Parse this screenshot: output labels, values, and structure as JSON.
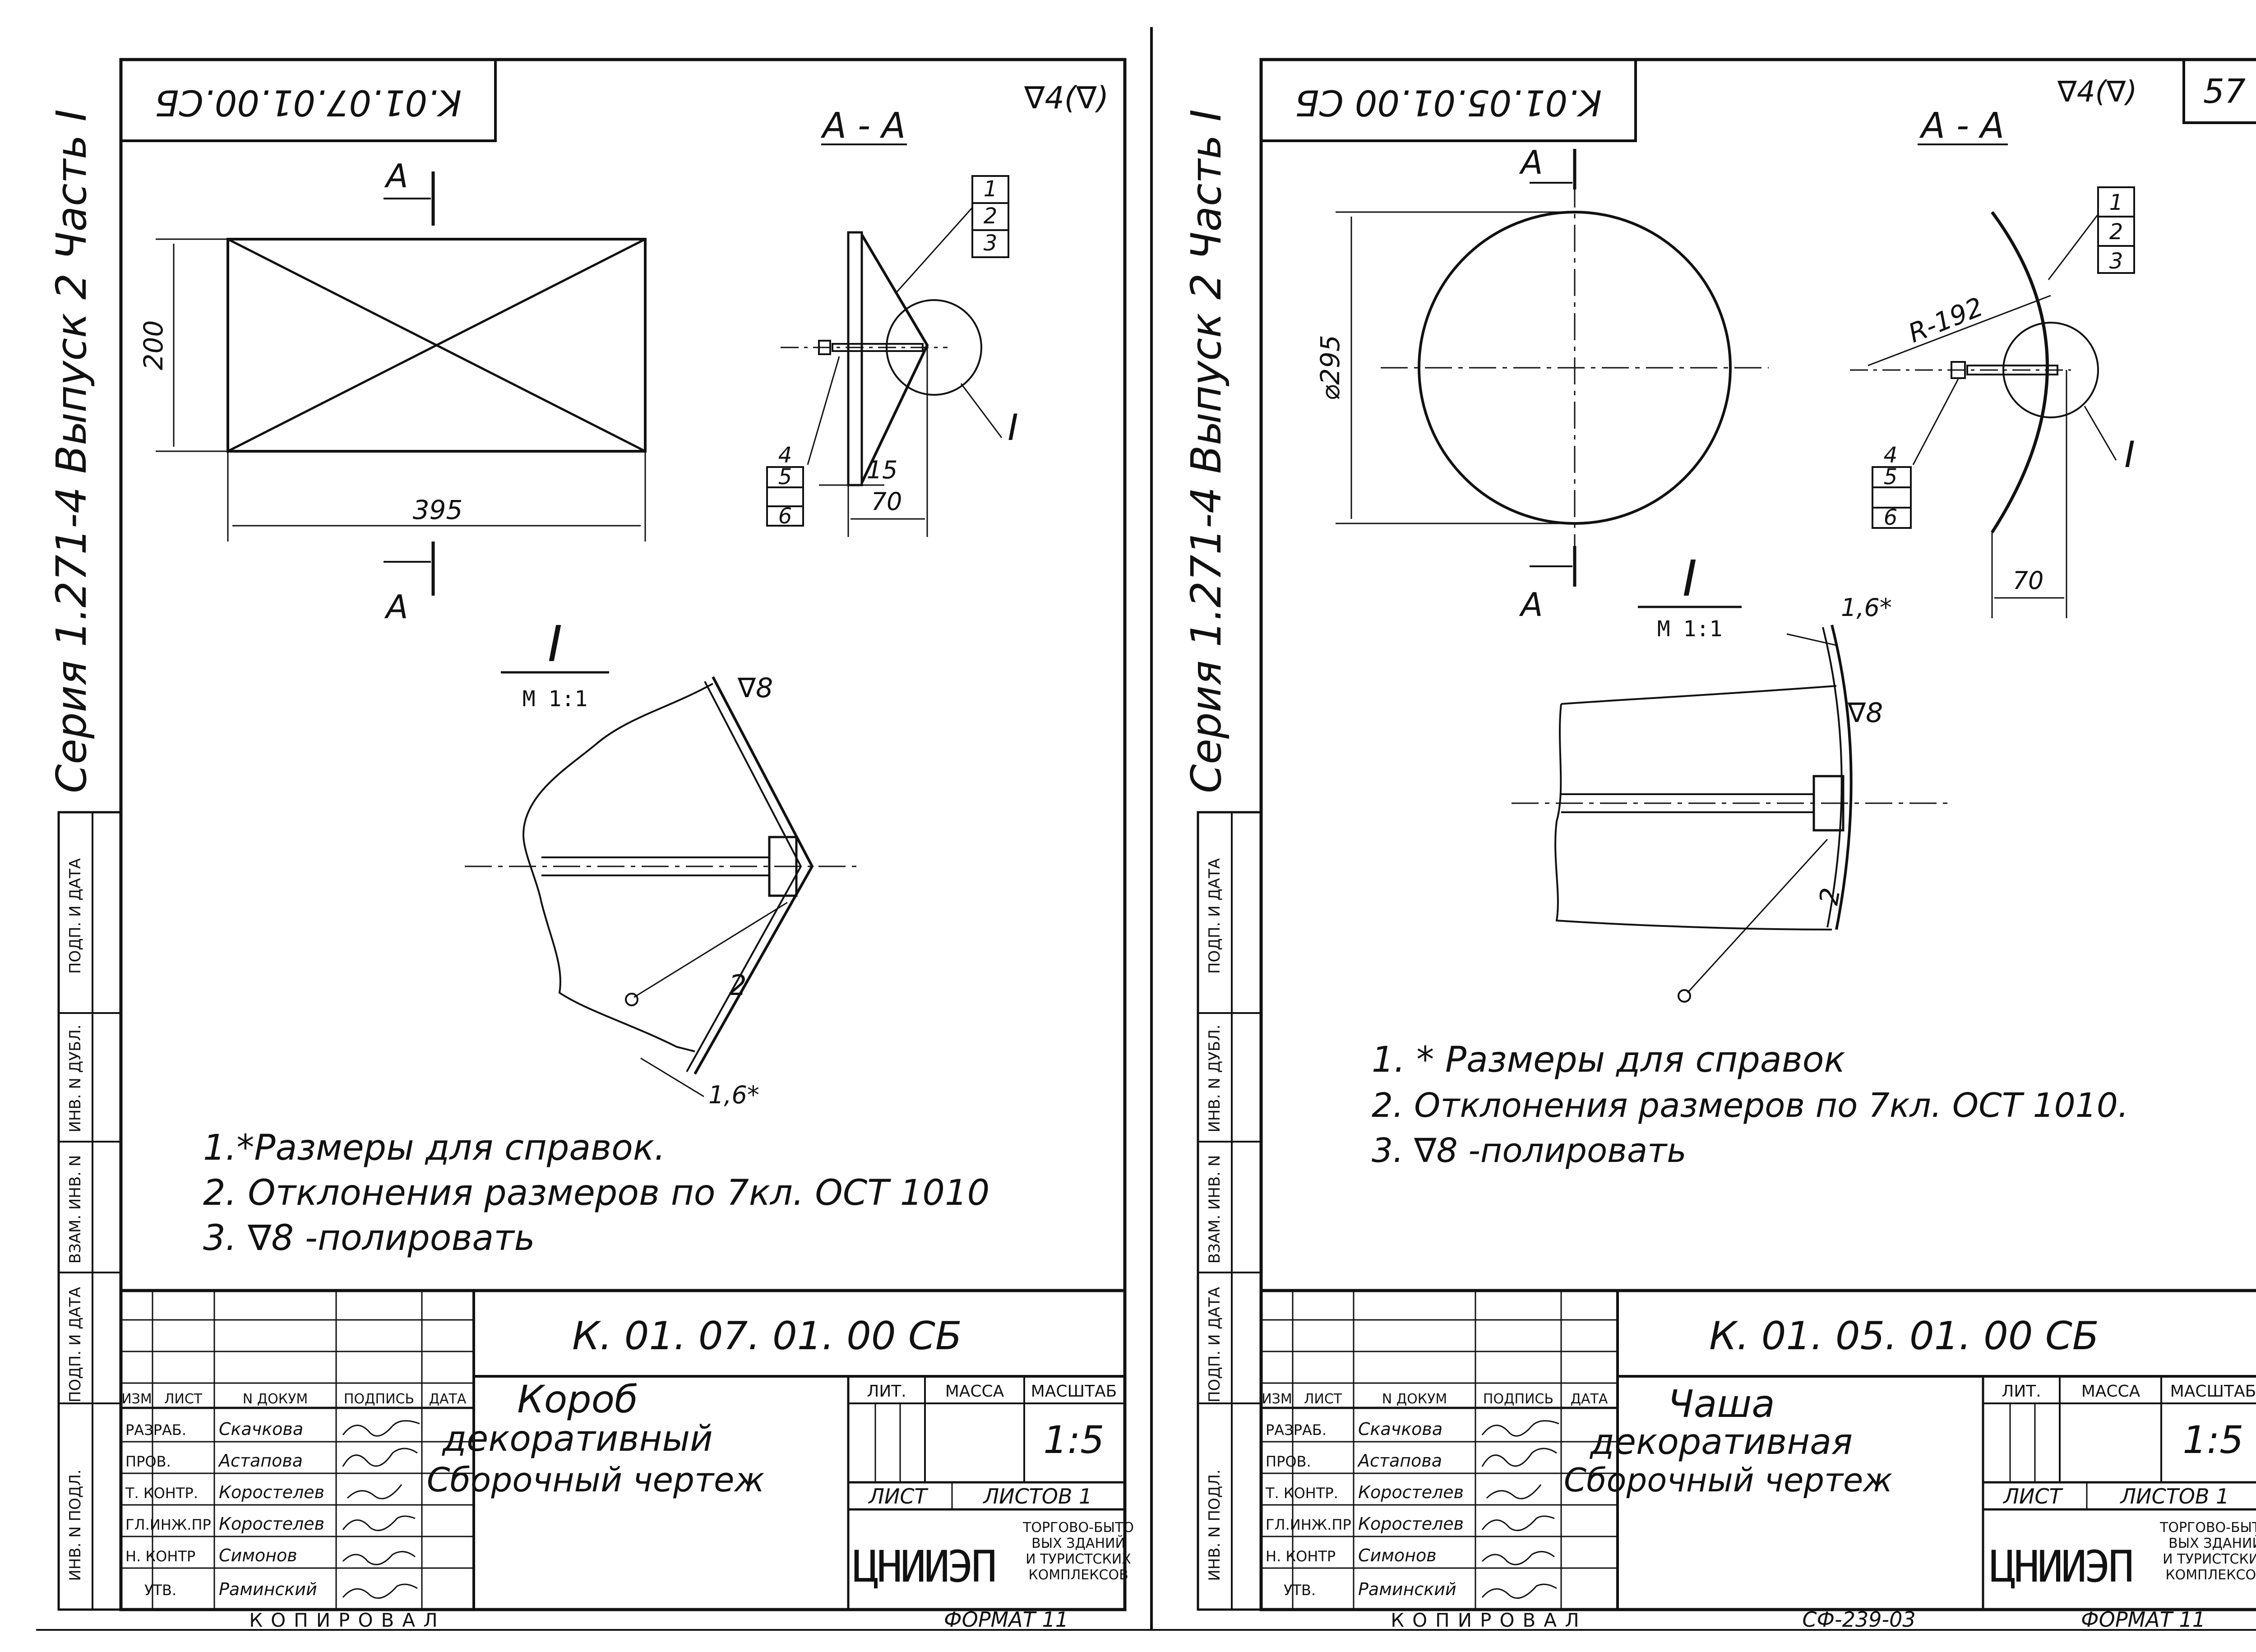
{
  "sheets": {
    "left": {
      "code_rotated": "K.01.07.01.00.СБ",
      "roughness": "∇4(∇)",
      "series_text": "Серия 1.271-4 Выпуск 2 Часть I",
      "section_label": "А - А",
      "cut_a_top": "А",
      "cut_a_bottom": "А",
      "dim_height": "200",
      "dim_width": "395",
      "dim_15": "15",
      "dim_70": "70",
      "callout": [
        "1",
        "2",
        "3"
      ],
      "callout_b": [
        "4",
        "5",
        "6"
      ],
      "detail_label": "I",
      "detail_mark": "I",
      "detail_scale": "М 1:1",
      "weld": "∇8",
      "num_2": "2",
      "dim_16": "1,6*",
      "notes": [
        "1.*Размеры для справок.",
        "2. Отклонения размеров по 7кл. ОСТ 1010",
        "3. ∇8 -полировать"
      ],
      "tb_code": "К. 01. 07. 01. 00 СБ",
      "tb_name_1": "Короб",
      "tb_name_2": "декоративный",
      "tb_name_3": "Сборочный чертеж",
      "tb_lit": "ЛИТ.",
      "tb_massa": "МАССА",
      "tb_masshtab": "МАСШТАБ",
      "tb_scale": "1:5",
      "tb_list": "ЛИСТ",
      "tb_listov": "ЛИСТОВ 1",
      "tb_org": "ЦНИИЭП",
      "tb_org_desc": [
        "ТОРГОВО-БЫТО",
        "ВЫХ ЗДАНИЙ",
        "И ТУРИСТСКИХ",
        "КОМПЛЕКСОВ"
      ],
      "tb_headers": [
        "ИЗМ",
        "ЛИСТ",
        "N ДОКУМ",
        "ПОДПИСЬ",
        "ДАТА"
      ],
      "tb_roles": [
        "РАЗРАБ.",
        "ПРОВ.",
        "Т. КОНТР.",
        "ГЛ.ИНЖ.ПР",
        "Н. КОНТР",
        "УТВ."
      ],
      "tb_names": [
        "Скачкова",
        "Астапова",
        "Коростелев",
        "Коростелев",
        "Симонов",
        "Раминский"
      ],
      "footer_copy": "КОПИРОВАЛ",
      "footer_format": "ФОРМАТ 11",
      "side_stamps": [
        "ИНВ. N ПОДЛ.",
        "ПОДП. И ДАТА",
        "ВЗАМ. ИНВ. N",
        "ИНВ. N ДУБЛ.",
        "ПОДП. И ДАТА"
      ]
    },
    "right": {
      "page_number": "57",
      "code_rotated": "K.01.05.01.00 СБ",
      "roughness": "∇4(∇)",
      "series_text": "Серия 1.271-4 Выпуск 2 Часть I",
      "section_label": "А - А",
      "cut_a_top": "А",
      "cut_a_bottom": "А",
      "dim_diameter": "⌀295",
      "dim_radius": "R-192",
      "dim_70": "70",
      "callout": [
        "1",
        "2",
        "3"
      ],
      "callout_b": [
        "4",
        "5",
        "6"
      ],
      "detail_label": "I",
      "detail_mark": "I",
      "detail_scale": "М 1:1",
      "weld": "∇8",
      "num_2": "2",
      "dim_16": "1,6*",
      "notes": [
        "1. * Размеры для справок",
        "2. Отклонения размеров по 7кл. ОСТ 1010.",
        "3. ∇8 -полировать"
      ],
      "tb_code": "К. 01. 05. 01. 00 СБ",
      "tb_name_1": "Чаша",
      "tb_name_2": "декоративная",
      "tb_name_3": "Сборочный чертеж",
      "tb_lit": "ЛИТ.",
      "tb_massa": "МАССА",
      "tb_masshtab": "МАСШТАБ",
      "tb_scale": "1:5",
      "tb_list": "ЛИСТ",
      "tb_listov": "ЛИСТОВ 1",
      "tb_org": "ЦНИИЭП",
      "tb_org_desc": [
        "ТОРГОВО-БЫТО",
        "ВЫХ ЗДАНИЙ",
        "И ТУРИСТСКИХ",
        "КОМПЛЕКСОВ"
      ],
      "tb_headers": [
        "ИЗМ",
        "ЛИСТ",
        "N ДОКУМ",
        "ПОДПИСЬ",
        "ДАТА"
      ],
      "tb_roles": [
        "РАЗРАБ.",
        "ПРОВ.",
        "Т. КОНТР.",
        "ГЛ.ИНЖ.ПР",
        "Н. КОНТР",
        "УТВ."
      ],
      "tb_names": [
        "Скачкова",
        "Астапова",
        "Коростелев",
        "Коростелев",
        "Симонов",
        "Раминский"
      ],
      "footer_copy": "КОПИРОВАЛ",
      "footer_stamp": "СФ-239-03",
      "footer_format": "ФОРМАТ 11",
      "side_stamps": [
        "ИНВ. N ПОДЛ.",
        "ПОДП. И ДАТА",
        "ВЗАМ. ИНВ. N",
        "ИНВ. N ДУБЛ.",
        "ПОДП. И ДАТА"
      ]
    }
  }
}
